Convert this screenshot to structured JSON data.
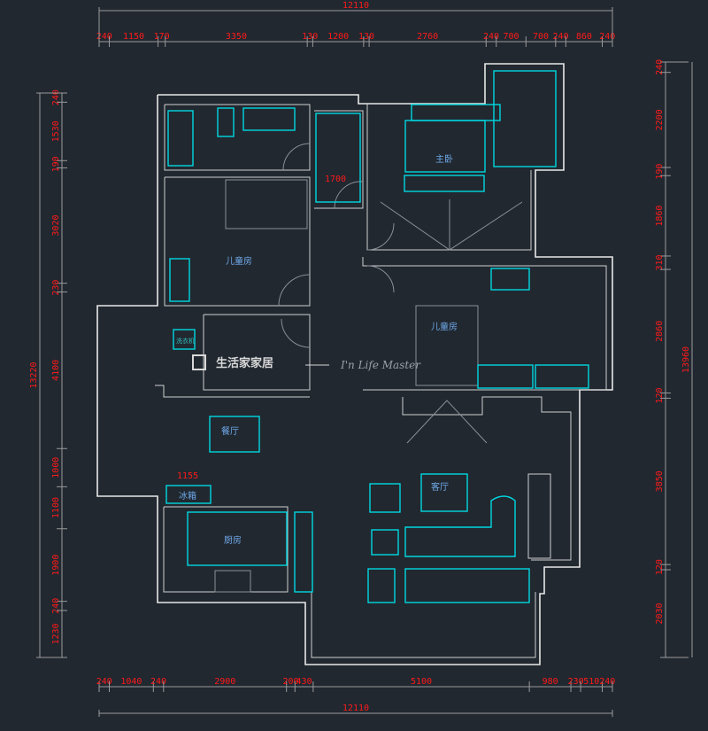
{
  "dimensions": {
    "top_total": "12110",
    "top": [
      "240",
      "1150",
      "170",
      "3350",
      "130",
      "1200",
      "130",
      "2760",
      "240",
      "700",
      "700",
      "240",
      "860",
      "240"
    ],
    "bottom_total": "12110",
    "bottom": [
      "240",
      "1040",
      "240",
      "2900",
      "200",
      "430",
      "5100",
      "980",
      "230",
      "510",
      "240"
    ],
    "left_total": "13220",
    "left": [
      "240",
      "1530",
      "190",
      "3020",
      "230",
      "4100",
      "1000",
      "1100",
      "1900",
      "240",
      "1230"
    ],
    "right_total": "13960",
    "right": [
      "240",
      "2200",
      "190",
      "1860",
      "310",
      "2860",
      "120",
      "3850",
      "120",
      "2030"
    ],
    "inner": {
      "corridor": "1700",
      "fridge": "1155"
    }
  },
  "rooms": {
    "master": "主卧",
    "kids1": "儿童房",
    "kids2": "儿童房",
    "dining": "餐厅",
    "living": "客厅",
    "kitchen": "厨房",
    "fridge": "冰箱",
    "washer": "洗衣机"
  },
  "watermark": {
    "cn": "生活家家居",
    "en": "I'n Life Master"
  },
  "colors": {
    "background": "#212830",
    "wall": "#e8e8e8",
    "furniture": "#00d8e0",
    "dimension": "#ff1a1a",
    "room_label": "#6fa8e8"
  }
}
